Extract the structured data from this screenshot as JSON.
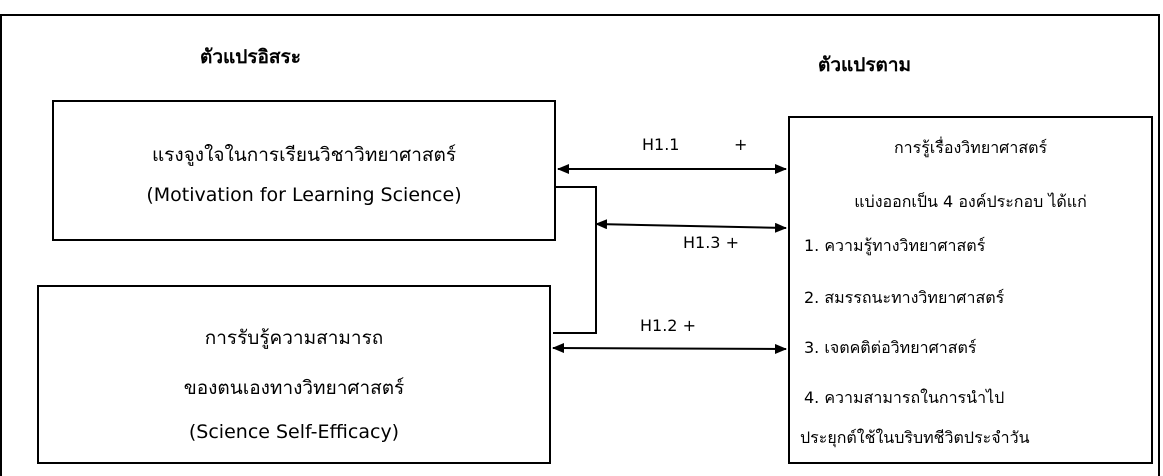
{
  "headings": {
    "independent": "ตัวแปรอิสระ",
    "dependent": "ตัวแปรตาม"
  },
  "motivation_box": {
    "line1": "แรงจูงใจในการเรียนวิชาวิทยาศาสตร์",
    "line2": "(Motivation for Learning Science)"
  },
  "efficacy_box": {
    "line1": "การรับรู้ความสามารถ",
    "line2": "ของตนเองทางวิทยาศาสตร์",
    "line3": "(Science Self-Efficacy)"
  },
  "literacy_box": {
    "title": "การรู้เรื่องวิทยาศาสตร์",
    "subtitle": "แบ่งออกเป็น 4 องค์ประกอบ ได้แก่",
    "items": [
      "1. ความรู้ทางวิทยาศาสตร์",
      "2. สมรรถนะทางวิทยาศาสตร์",
      "3. เจตคติต่อวิทยาศาสตร์",
      "4. ความสามารถในการนำไป",
      "ประยุกต์ใช้ในบริบทชีวิตประจำวัน"
    ]
  },
  "hypotheses": {
    "h1_1": "H1.1",
    "h1_1_sign": "+",
    "h1_3": "H1.3  +",
    "h1_2": "H1.2  +"
  }
}
